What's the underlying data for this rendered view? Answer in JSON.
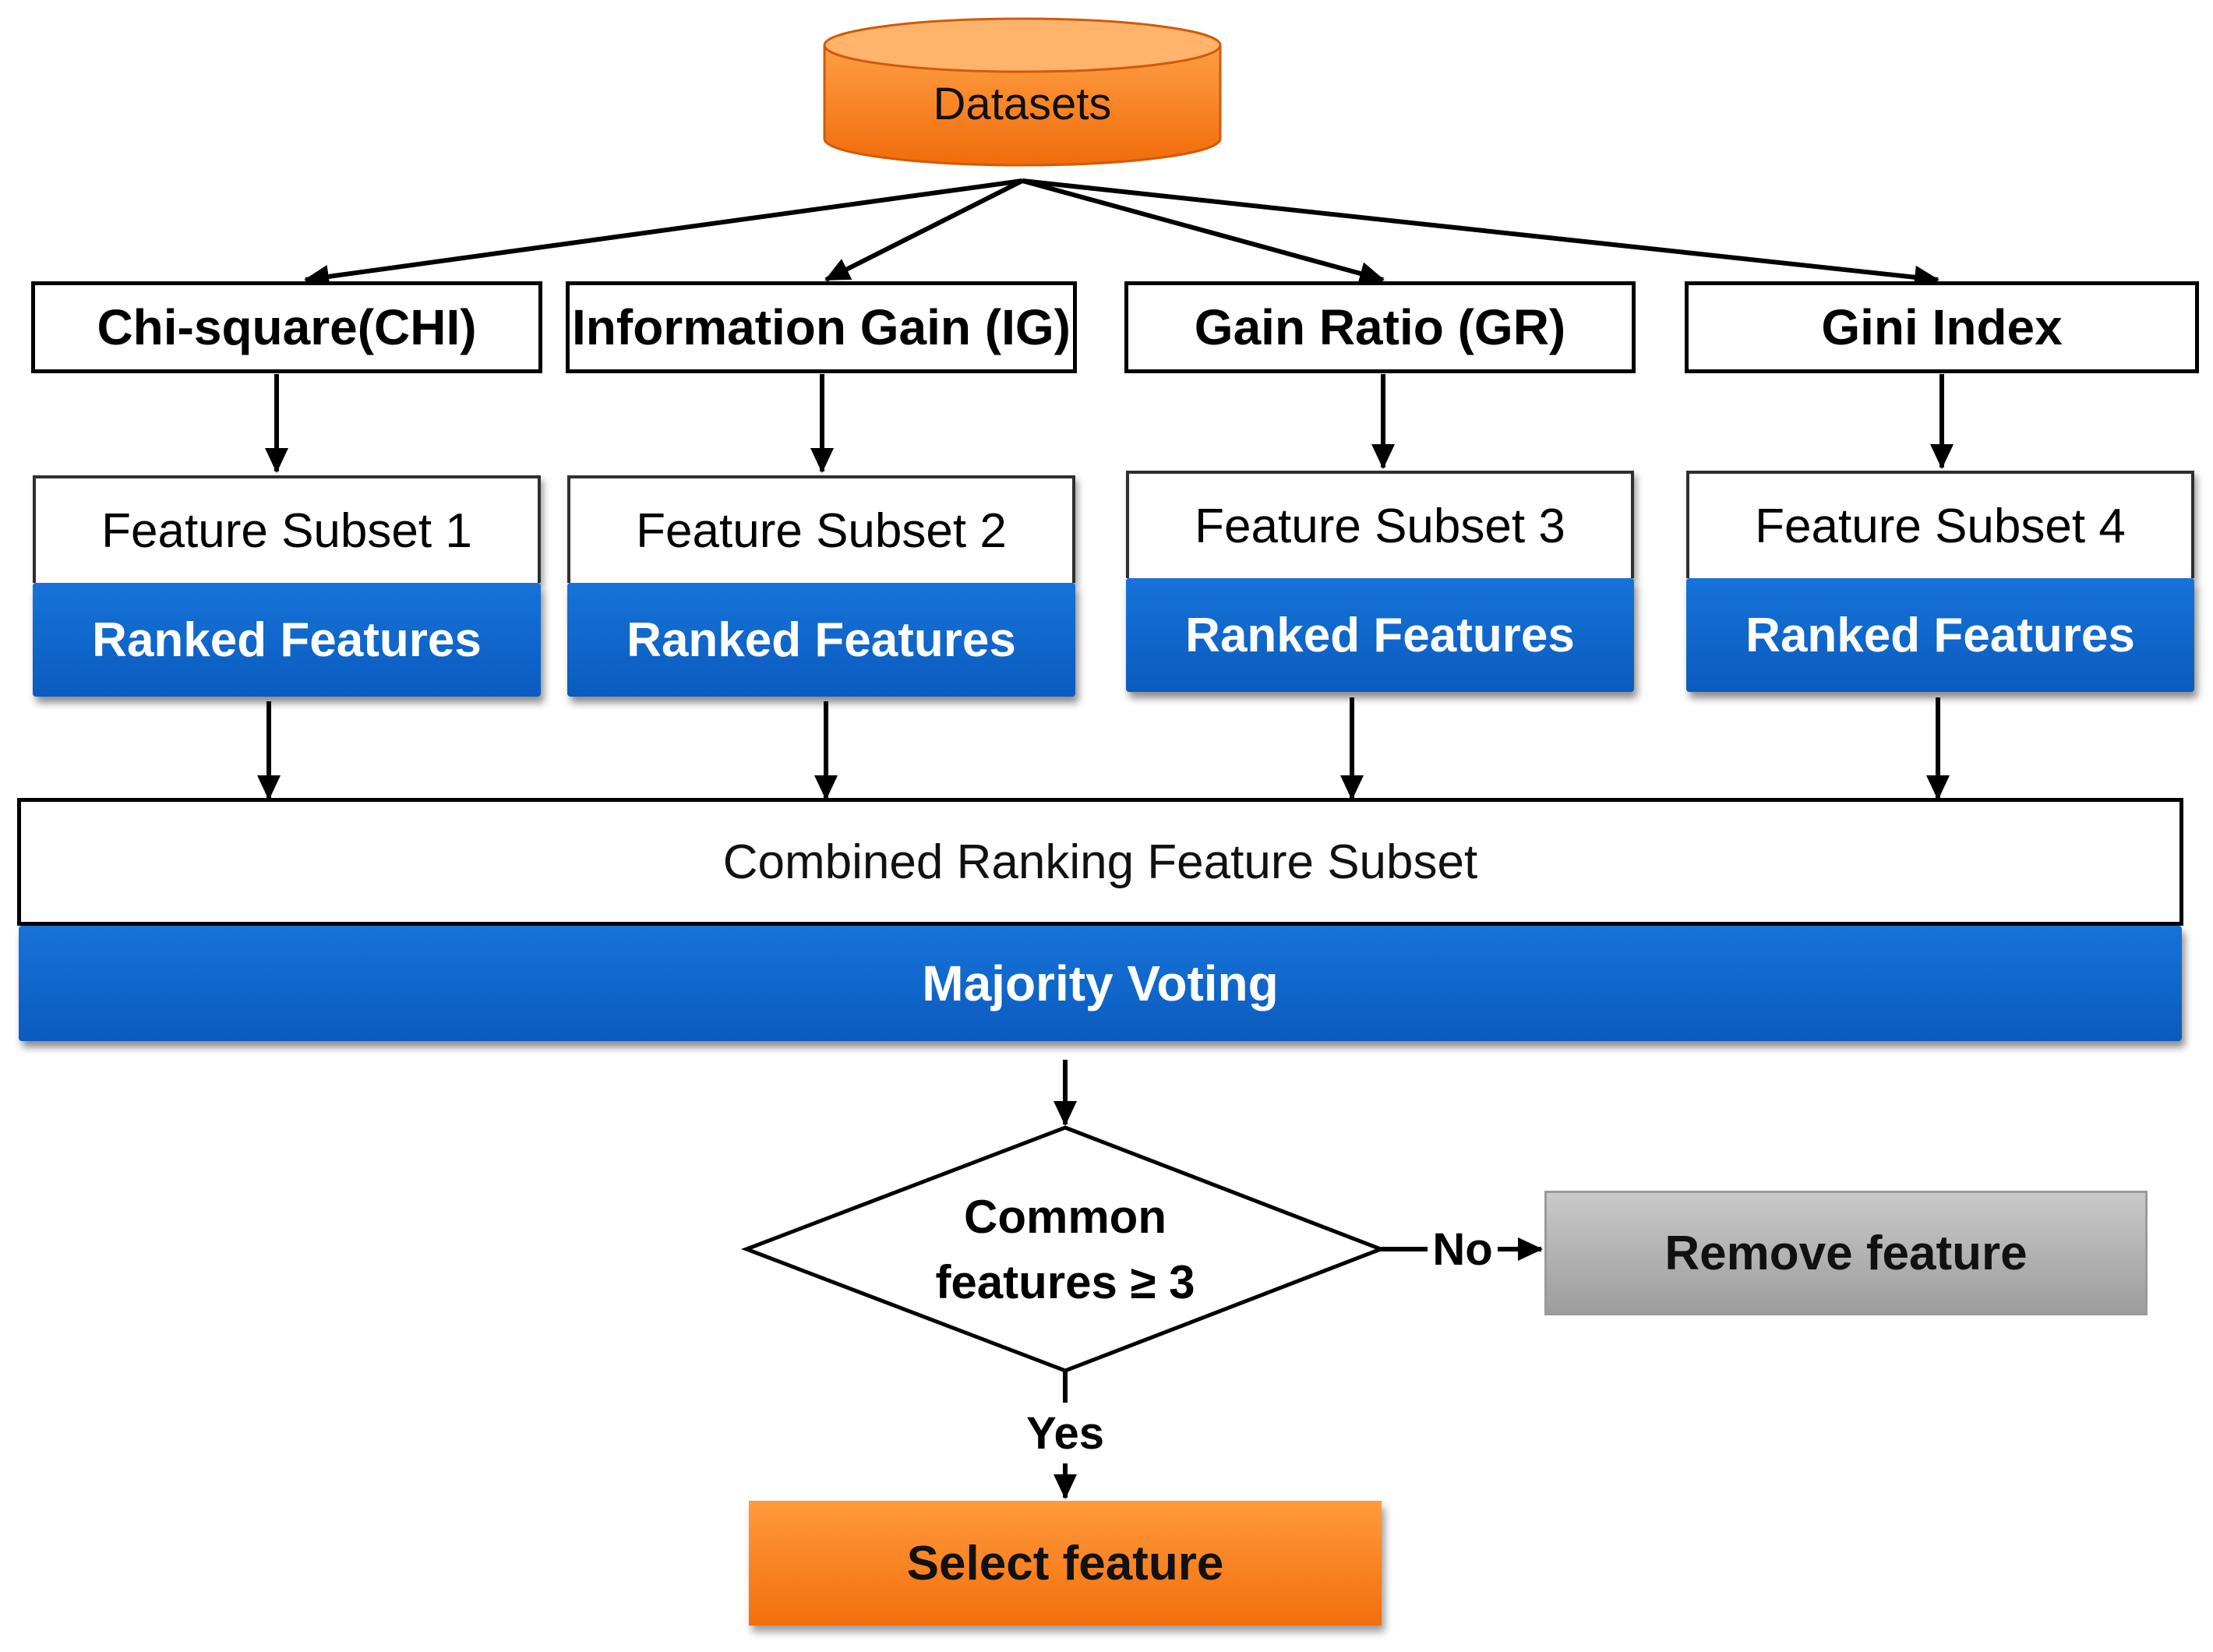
{
  "source": {
    "label": "Datasets"
  },
  "methods": [
    {
      "name": "Chi-square(CHI)",
      "subset": "Feature Subset 1",
      "ranked": "Ranked Features"
    },
    {
      "name": "Information Gain (IG)",
      "subset": "Feature Subset 2",
      "ranked": "Ranked Features"
    },
    {
      "name": "Gain Ratio (GR)",
      "subset": "Feature Subset 3",
      "ranked": "Ranked Features"
    },
    {
      "name": "Gini Index",
      "subset": "Feature Subset 4",
      "ranked": "Ranked Features"
    }
  ],
  "combined": {
    "label": "Combined Ranking Feature Subset",
    "voting": "Majority Voting"
  },
  "decision": {
    "line1": "Common",
    "line2": "features ≥ 3",
    "no": "No",
    "yes": "Yes"
  },
  "outcomes": {
    "remove": "Remove feature",
    "select": "Select feature"
  },
  "colors": {
    "orange": "#f47a1a",
    "blue": "#0b63c9",
    "gray": "#b5b5b5"
  }
}
